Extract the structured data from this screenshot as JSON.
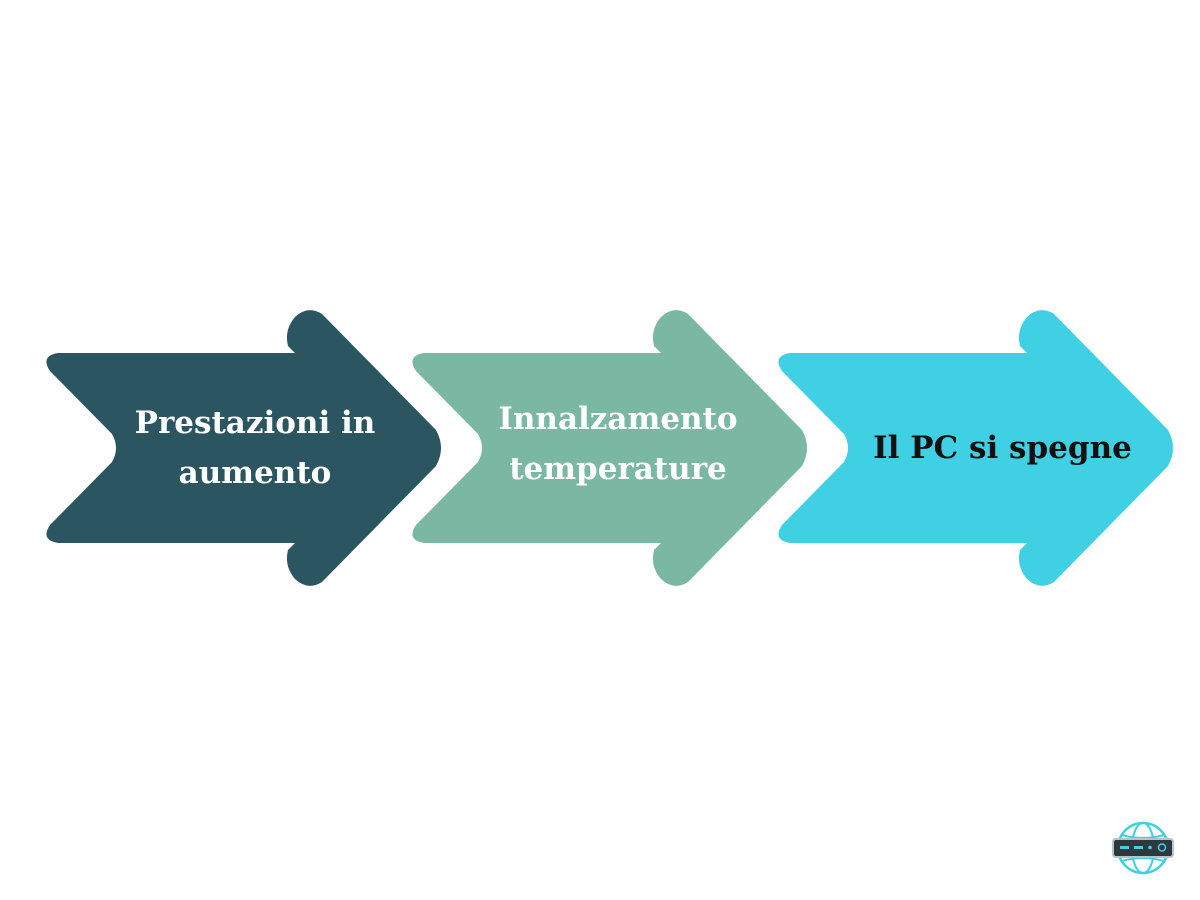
{
  "steps": [
    {
      "label": "Prestazioni in aumento",
      "color": "#2c5562"
    },
    {
      "label": "Innalzamento temperature",
      "color": "#7ab8a3"
    },
    {
      "label": "Il PC si spegne",
      "color": "#3fd1e3"
    }
  ],
  "logo": {
    "icon": "globe-router-icon",
    "colors": [
      "#3fd1e3",
      "#2c3a3f"
    ]
  }
}
